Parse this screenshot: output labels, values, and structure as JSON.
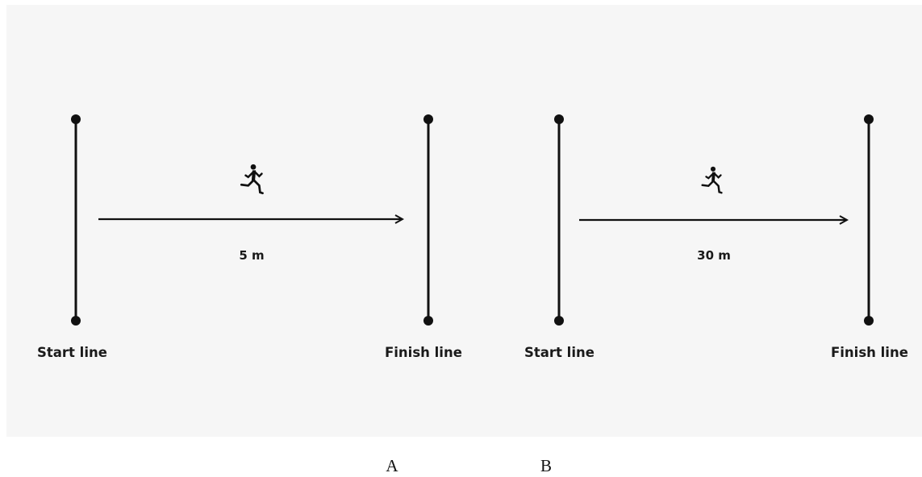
{
  "panels": [
    {
      "id": "A",
      "start_label": "Start line",
      "finish_label": "Finish line",
      "distance": "5 m"
    },
    {
      "id": "B",
      "start_label": "Start line",
      "finish_label": "Finish line",
      "distance": "30 m"
    }
  ],
  "captions": [
    "A",
    "B"
  ],
  "icons": {
    "runner": "runner-icon"
  },
  "colors": {
    "line": "#111111",
    "background": "#f6f6f6"
  }
}
